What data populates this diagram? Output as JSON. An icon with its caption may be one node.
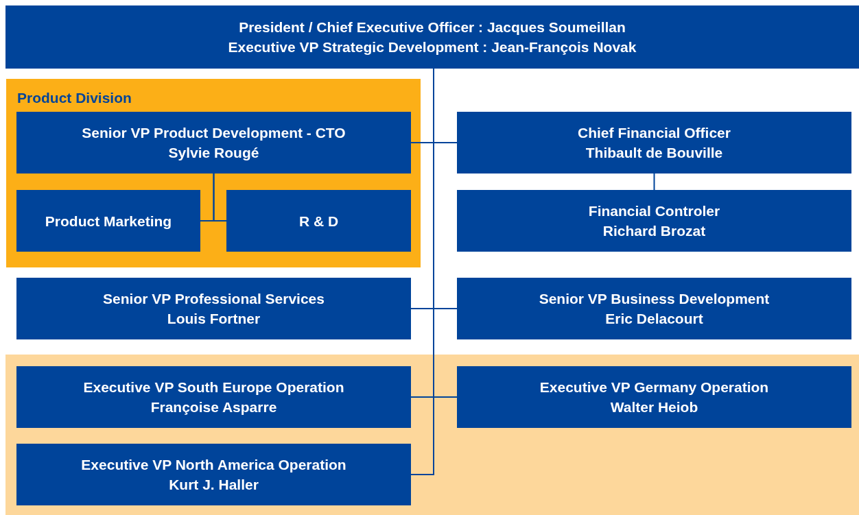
{
  "diagram": {
    "nodes": [
      {
        "text": [
          "President / Chief Executive Officer : Jacques Soumeillan",
          "Executive VP Strategic Development : Jean-François Novak"
        ]
      },
      {
        "text": [
          "Product Division"
        ]
      },
      {
        "text": [
          "Senior VP Product Development - CTO",
          "Sylvie Rougé"
        ],
        "in": 1
      },
      {
        "text": [
          "Product Marketing"
        ],
        "in": 1
      },
      {
        "text": [
          "R & D"
        ],
        "in": 1
      },
      {
        "text": [
          "Chief Financial Officer",
          "Thibault de Bouville"
        ]
      },
      {
        "text": [
          "Financial Controler",
          "Richard Brozat"
        ]
      },
      {
        "text": [
          "Senior VP Professional Services",
          "Louis Fortner"
        ]
      },
      {
        "text": [
          "Senior VP Business Development",
          "Eric Delacourt"
        ]
      },
      {
        "text": [],
        "shape": "box"
      },
      {
        "text": [
          "Executive VP South Europe Operation",
          "Françoise Asparre"
        ],
        "in": 9
      },
      {
        "text": [
          "Executive VP Germany Operation",
          "Walter Heiob"
        ],
        "in": 9
      },
      {
        "text": [
          "Executive VP North America Operation",
          "Kurt J. Haller"
        ],
        "in": 9
      }
    ],
    "edges": [
      {
        "from": 0,
        "to": 2,
        "arrow": "none"
      },
      {
        "from": 0,
        "to": 5,
        "arrow": "none"
      },
      {
        "from": 0,
        "to": 7,
        "arrow": "none"
      },
      {
        "from": 0,
        "to": 8,
        "arrow": "none"
      },
      {
        "from": 0,
        "to": 10,
        "arrow": "none"
      },
      {
        "from": 0,
        "to": 11,
        "arrow": "none"
      },
      {
        "from": 0,
        "to": 12,
        "arrow": "none"
      },
      {
        "from": 2,
        "to": 3,
        "arrow": "none"
      },
      {
        "from": 2,
        "to": 4,
        "arrow": "none"
      },
      {
        "from": 5,
        "to": 6,
        "arrow": "none"
      }
    ]
  }
}
